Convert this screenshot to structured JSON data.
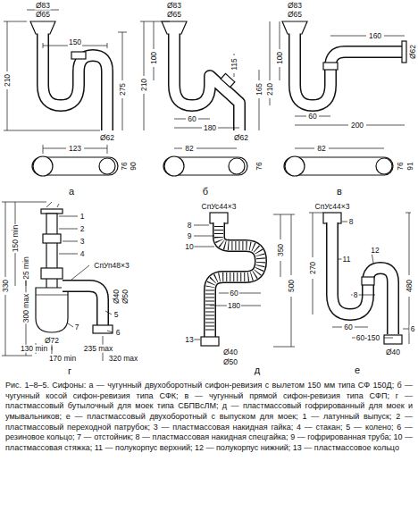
{
  "diagram": {
    "caption": "Рис. 1–8–5. Сифоны: а — чугунный двухоборотный сифон-ревизия с вылетом 150 мм типа СФ 150Д; б — чугунный косой сифон-ревизия типа СФК; в — чугунный прямой сифон-ревизия типа СФП; г — пластмассовый бутылочный для моек типа СБПВсЛМ; д — пластмассовый гофрированный для моек и умывальников; е — пластмассовый двухоборотный с выпуском для моек; 1 — латунный выпуск; 2 — пластмассовый переходной патрубок; 3 — пластмассовая накидная гайка; 4 — стакан; 5 — колено; 6 — резиновое кольцо; 7 — отстойник; 8 — пластмассовая накидная спецгайка; 9 — гофрированная труба; 10 — пластмассовая стяжка; 11 — полукорпус верхний; 12 — полукорпус нижний; 13 — пластмассовое кольцо",
    "labels": [
      "Ø83",
      "Ø65",
      "150",
      "210",
      "275",
      "Ø62",
      "123",
      "76",
      "90",
      "а",
      "Ø83",
      "Ø65",
      "210",
      "100",
      "115",
      "165",
      "60",
      "180",
      "Ø62",
      "82",
      "76",
      "б",
      "Ø83",
      "Ø65",
      "210",
      "100",
      "160",
      "Ø62",
      "60",
      "200",
      "82",
      "76",
      "91",
      "в",
      "1",
      "2",
      "3",
      "4",
      "СпУп48×3",
      "330",
      "150 min",
      "25 min",
      "300 max",
      "Ø40",
      "Ø50",
      "5",
      "6",
      "7",
      "Ø72",
      "130 min",
      "235 max",
      "170 min",
      "320 max",
      "г",
      "СпУс44×3",
      "8",
      "9",
      "10",
      "60",
      "180",
      "350",
      "500",
      "13",
      "Ø40",
      "Ø50",
      "д",
      "СпУс44×3",
      "8",
      "11",
      "12",
      "8",
      "6",
      "270",
      "480",
      "60",
      "60-150",
      "Ø40",
      "е"
    ]
  }
}
